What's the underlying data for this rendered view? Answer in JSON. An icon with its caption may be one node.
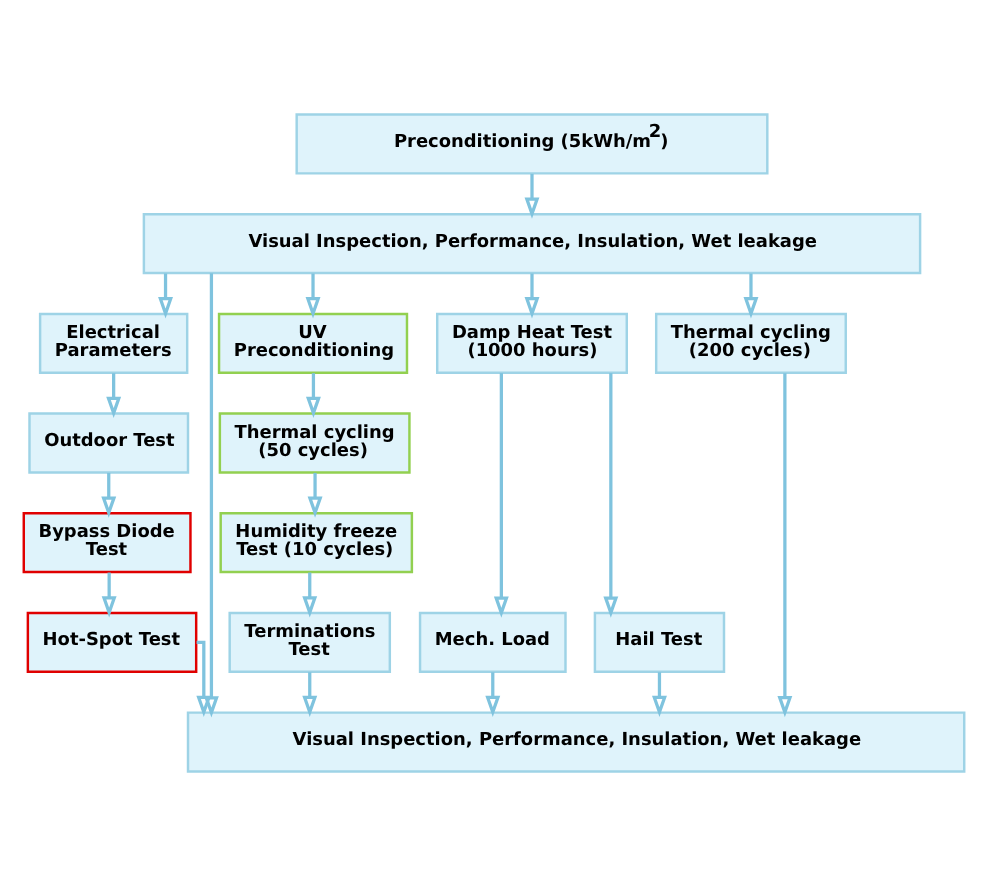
{
  "diagram": {
    "nodes": [
      {
        "text": [
          "Preconditioning (5kWh/m$^{2}$)"
        ]
      },
      {
        "text": [
          "Visual Inspection, Performance, Insulation, Wet leakage"
        ]
      },
      {
        "text": [
          "Electrical Parameters"
        ]
      },
      {
        "text": [
          "UV Preconditioning"
        ]
      },
      {
        "text": [
          "Damp Heat Test (1000 hours)"
        ]
      },
      {
        "text": [
          "Thermal cycling (200 cycles)"
        ]
      },
      {
        "text": [
          "Outdoor Test"
        ]
      },
      {
        "text": [
          "Thermal cycling (50 cycles)"
        ]
      },
      {
        "text": [
          "Bypass Diode Test"
        ]
      },
      {
        "text": [
          "Humidity freeze Test (10 cycles)"
        ]
      },
      {
        "text": [
          "Hot-Spot Test"
        ]
      },
      {
        "text": [
          "Terminations Test"
        ]
      },
      {
        "text": [
          "Mech. Load"
        ]
      },
      {
        "text": [
          "Hail Test"
        ]
      },
      {
        "text": [
          "Visual Inspection, Performance, Insulation, Wet leakage"
        ]
      }
    ],
    "edges": [
      {
        "from": 0,
        "to": 1,
        "arrow": "to"
      },
      {
        "from": 1,
        "to": 14,
        "arrow": "to"
      },
      {
        "from": 1,
        "to": 2,
        "arrow": "to"
      },
      {
        "from": 1,
        "to": 3,
        "arrow": "to"
      },
      {
        "from": 1,
        "to": 4,
        "arrow": "to"
      },
      {
        "from": 1,
        "to": 5,
        "arrow": "to"
      },
      {
        "from": 2,
        "to": 6,
        "arrow": "to"
      },
      {
        "from": 6,
        "to": 8,
        "arrow": "to"
      },
      {
        "from": 8,
        "to": 10,
        "arrow": "to"
      },
      {
        "from": 10,
        "to": 14,
        "arrow": "to"
      },
      {
        "from": 3,
        "to": 7,
        "arrow": "to"
      },
      {
        "from": 7,
        "to": 9,
        "arrow": "to"
      },
      {
        "from": 9,
        "to": 11,
        "arrow": "to"
      },
      {
        "from": 11,
        "to": 14,
        "arrow": "to"
      },
      {
        "from": 4,
        "to": 12,
        "arrow": "to"
      },
      {
        "from": 4,
        "to": 13,
        "arrow": "to"
      },
      {
        "from": 12,
        "to": 14,
        "arrow": "to"
      },
      {
        "from": 13,
        "to": 14,
        "arrow": "to"
      },
      {
        "from": 5,
        "to": 14,
        "arrow": "to"
      }
    ]
  }
}
